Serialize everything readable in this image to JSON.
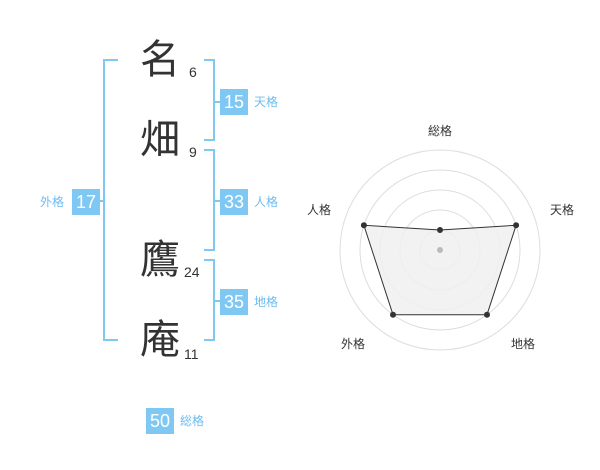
{
  "name_chars": [
    {
      "char": "名",
      "strokes": "6"
    },
    {
      "char": "畑",
      "strokes": "9"
    },
    {
      "char": "鷹",
      "strokes": "24"
    },
    {
      "char": "庵",
      "strokes": "11"
    }
  ],
  "fortunes": {
    "tenkaku": {
      "value": "15",
      "label": "天格"
    },
    "jinkaku": {
      "value": "33",
      "label": "人格"
    },
    "chikaku": {
      "value": "35",
      "label": "地格"
    },
    "gaikaku": {
      "value": "17",
      "label": "外格"
    },
    "soukaku": {
      "value": "50",
      "label": "総格"
    }
  },
  "colors": {
    "accent": "#80c8f4",
    "bracket": "#80c8f4",
    "label": "#6cbcf0",
    "radar_fill": "#f0f0f0",
    "radar_line": "#333333"
  },
  "chart_data": {
    "type": "radar",
    "axes": [
      "総格",
      "天格",
      "地格",
      "外格",
      "人格"
    ],
    "values": [
      1,
      4,
      4,
      4,
      4
    ],
    "max": 5
  }
}
